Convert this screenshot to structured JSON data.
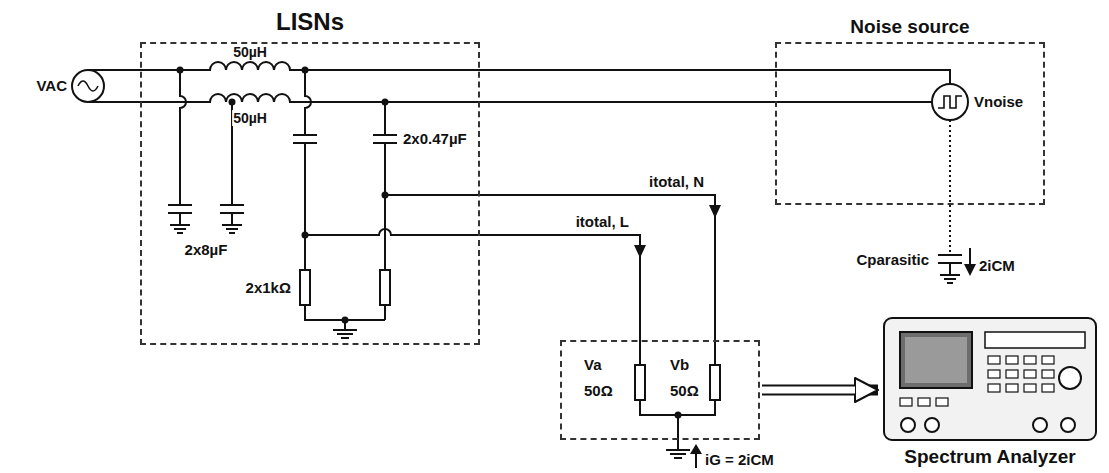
{
  "diagram": {
    "nodes": [
      {
        "text": [
          "LISNs"
        ]
      },
      {
        "text": [
          "Noise source"
        ]
      },
      {
        "text": [
          "Va",
          "50Ω",
          "Vb",
          "50Ω"
        ]
      },
      {
        "text": [
          "Spectrum Analyzer"
        ]
      }
    ],
    "edges": [
      {
        "from": 2,
        "to": 3,
        "arrow": "to"
      }
    ],
    "labels": [
      "VAC",
      "50µH",
      "50µH",
      "2x8µF",
      "2x0.47µF",
      "2x1kΩ",
      "itotal, N",
      "itotal, L",
      "Vnoise",
      "Cparasitic",
      "2iCM",
      "iG = 2iCM"
    ]
  }
}
